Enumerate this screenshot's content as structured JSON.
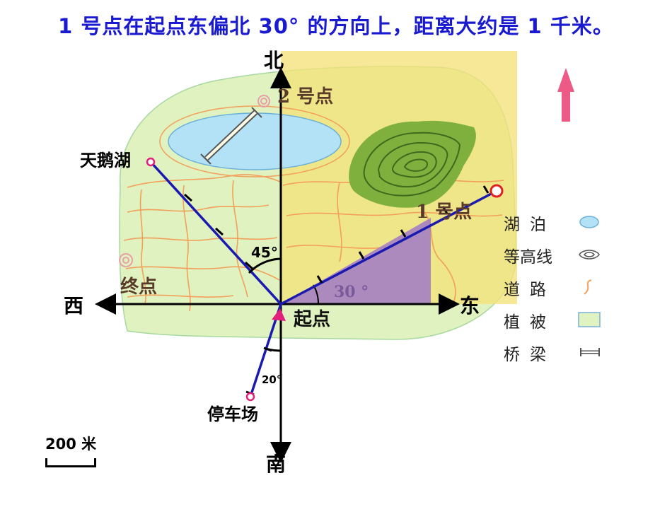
{
  "title": "1 号点在起点东偏北 30° 的方向上，距离大约是 1 千米。",
  "directions": {
    "north": "北",
    "south": "南",
    "east": "东",
    "west": "西"
  },
  "places": {
    "swan_lake": "天鹅湖",
    "parking": "停车场",
    "start": "起点",
    "end": "终点",
    "point1": "1 号点",
    "point2": "2 号点"
  },
  "angles": {
    "swan_lake": "45°",
    "point1": "30 °",
    "parking": "20°"
  },
  "legend": [
    {
      "label": "湖泊",
      "icon": "lake-symbol-icon"
    },
    {
      "label": "等高线",
      "icon": "contour-symbol-icon"
    },
    {
      "label": "道路",
      "icon": "road-symbol-icon"
    },
    {
      "label": "植被",
      "icon": "vegetation-symbol-icon"
    },
    {
      "label": "桥梁",
      "icon": "bridge-symbol-icon"
    }
  ],
  "scale": {
    "label": "200 米"
  },
  "colors": {
    "vegetation": "#dff2c0",
    "highlight": "#f3e27a",
    "lake": "#b3e2f6",
    "road": "#f2a05a",
    "contour": "#5d8f2e",
    "route": "#1a1ab0",
    "angle_fill": "#a07ac8",
    "marker": "#e0207a",
    "title": "#1a1ad0"
  }
}
